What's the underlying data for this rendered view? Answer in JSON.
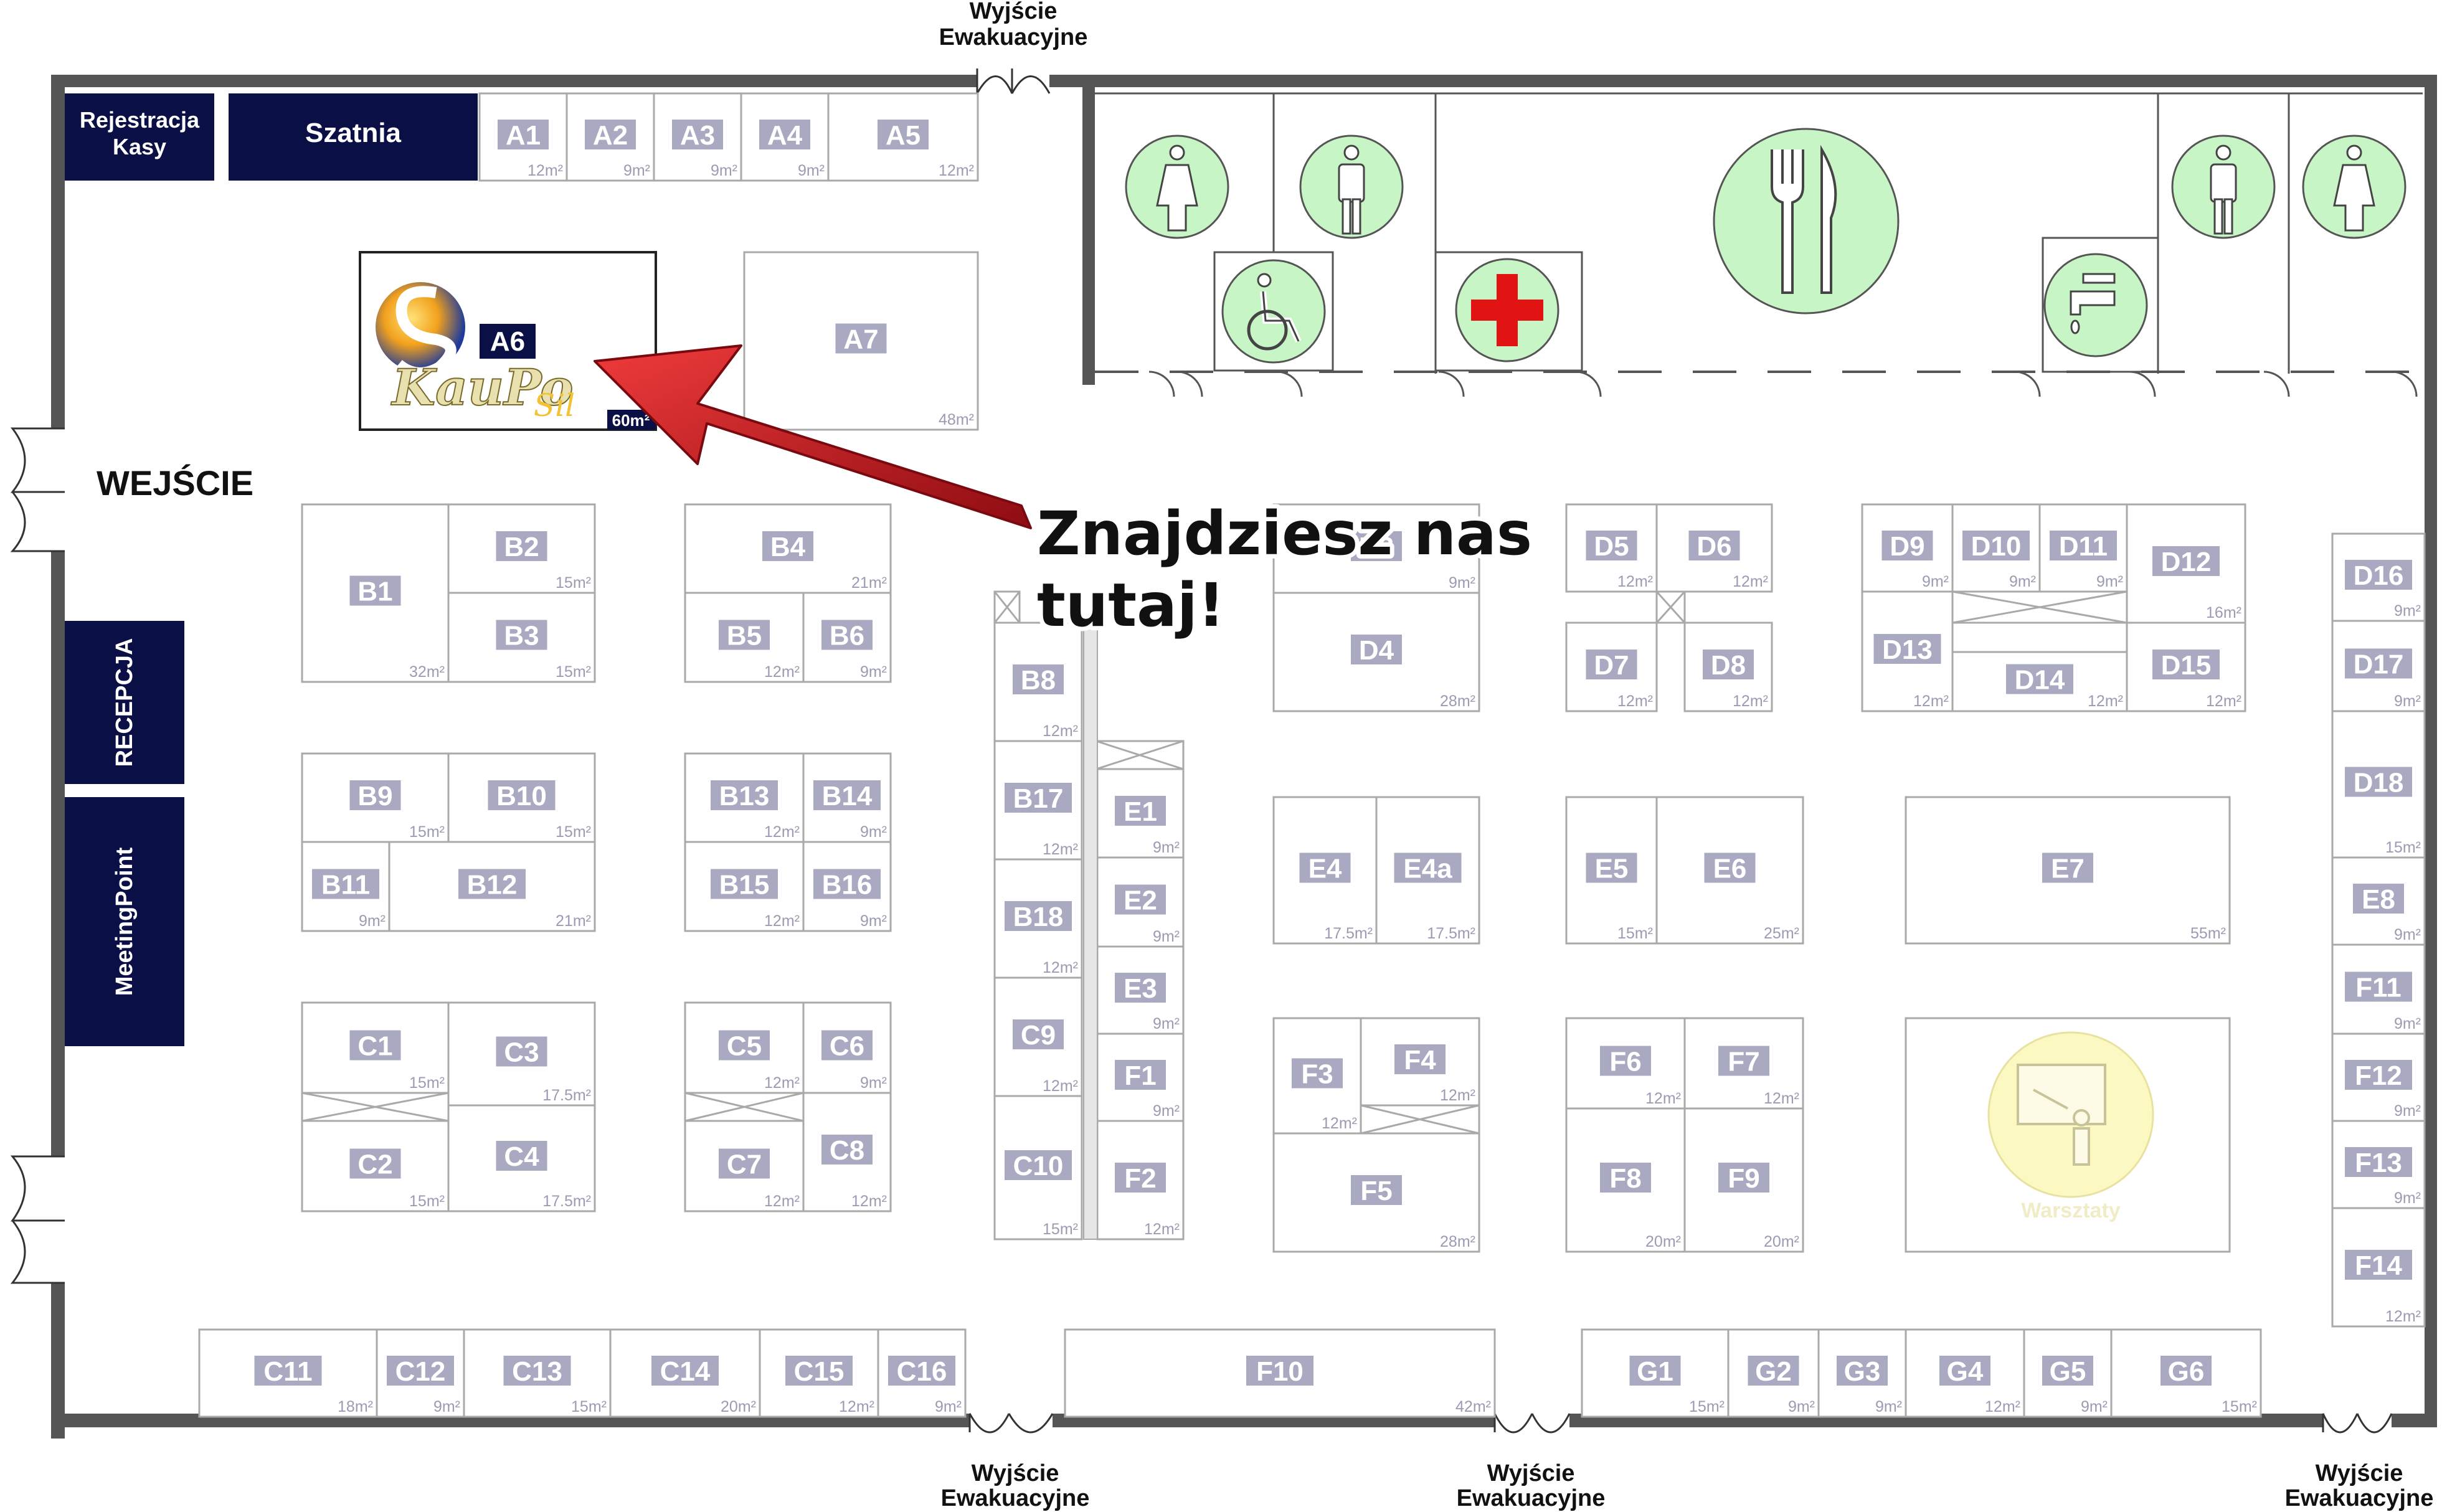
{
  "labels": {
    "entrance": "WEJŚCIE",
    "exit_line1": "Wyjście",
    "exit_line2": "Ewakuacyjne",
    "registration_line1": "Rejestracja",
    "registration_line2": "Kasy",
    "cloakroom": "Szatnia",
    "reception": "RECEPCJA",
    "meeting_point": "MeetingPoint",
    "callout_line1": "Znajdziesz nas",
    "callout_line2": "tutaj!",
    "workshop": "Warsztaty"
  },
  "highlight": {
    "code": "A6",
    "area": "60m²",
    "logo_text": "KauPo",
    "logo_sub": "Sil"
  },
  "icons": [
    "toilet-women-icon",
    "toilet-men-icon",
    "accessible-toilet-icon",
    "first-aid-icon",
    "restaurant-icon",
    "water-tap-icon",
    "presentation-icon"
  ],
  "colors": {
    "navy": "#0a1045",
    "booth_label": "#a9a9c1",
    "walls": "#555555",
    "facility_green": "#c8f5c5",
    "arrow_red": "#b8141c"
  },
  "booths": [
    {
      "code": "A1",
      "area": "12m²"
    },
    {
      "code": "A2",
      "area": "9m²"
    },
    {
      "code": "A3",
      "area": "9m²"
    },
    {
      "code": "A4",
      "area": "9m²"
    },
    {
      "code": "A5",
      "area": "12m²"
    },
    {
      "code": "A7",
      "area": "48m²"
    },
    {
      "code": "B1",
      "area": "32m²"
    },
    {
      "code": "B2",
      "area": "15m²"
    },
    {
      "code": "B3",
      "area": "15m²"
    },
    {
      "code": "B4",
      "area": "21m²"
    },
    {
      "code": "B5",
      "area": "12m²"
    },
    {
      "code": "B6",
      "area": "9m²"
    },
    {
      "code": "B8",
      "area": "12m²"
    },
    {
      "code": "B9",
      "area": "15m²"
    },
    {
      "code": "B10",
      "area": "15m²"
    },
    {
      "code": "B11",
      "area": "9m²"
    },
    {
      "code": "B12",
      "area": "21m²"
    },
    {
      "code": "B13",
      "area": "12m²"
    },
    {
      "code": "B14",
      "area": "9m²"
    },
    {
      "code": "B15",
      "area": "12m²"
    },
    {
      "code": "B16",
      "area": "9m²"
    },
    {
      "code": "B17",
      "area": "12m²"
    },
    {
      "code": "B18",
      "area": "12m²"
    },
    {
      "code": "C1",
      "area": "15m²"
    },
    {
      "code": "C2",
      "area": "15m²"
    },
    {
      "code": "C3",
      "area": "17.5m²"
    },
    {
      "code": "C4",
      "area": "17.5m²"
    },
    {
      "code": "C5",
      "area": "12m²"
    },
    {
      "code": "C6",
      "area": "9m²"
    },
    {
      "code": "C7",
      "area": "12m²"
    },
    {
      "code": "C8",
      "area": "12m²"
    },
    {
      "code": "C9",
      "area": "12m²"
    },
    {
      "code": "C10",
      "area": "15m²"
    },
    {
      "code": "C11",
      "area": "18m²"
    },
    {
      "code": "C12",
      "area": "9m²"
    },
    {
      "code": "C13",
      "area": "15m²"
    },
    {
      "code": "C14",
      "area": "20m²"
    },
    {
      "code": "C15",
      "area": "12m²"
    },
    {
      "code": "C16",
      "area": "9m²"
    },
    {
      "code": "D3",
      "area": "9m²"
    },
    {
      "code": "D4",
      "area": "28m²"
    },
    {
      "code": "D5",
      "area": "12m²"
    },
    {
      "code": "D6",
      "area": "12m²"
    },
    {
      "code": "D7",
      "area": "12m²"
    },
    {
      "code": "D8",
      "area": "12m²"
    },
    {
      "code": "D9",
      "area": "9m²"
    },
    {
      "code": "D10",
      "area": "9m²"
    },
    {
      "code": "D11",
      "area": "9m²"
    },
    {
      "code": "D12",
      "area": "16m²"
    },
    {
      "code": "D13",
      "area": "12m²"
    },
    {
      "code": "D14",
      "area": "12m²"
    },
    {
      "code": "D15",
      "area": "12m²"
    },
    {
      "code": "D16",
      "area": "9m²"
    },
    {
      "code": "D17",
      "area": "9m²"
    },
    {
      "code": "D18",
      "area": "15m²"
    },
    {
      "code": "E1",
      "area": "9m²"
    },
    {
      "code": "E2",
      "area": "9m²"
    },
    {
      "code": "E3",
      "area": "9m²"
    },
    {
      "code": "E4",
      "area": "17.5m²"
    },
    {
      "code": "E4a",
      "area": "17.5m²"
    },
    {
      "code": "E5",
      "area": "15m²"
    },
    {
      "code": "E6",
      "area": "25m²"
    },
    {
      "code": "E7",
      "area": "55m²"
    },
    {
      "code": "E8",
      "area": "9m²"
    },
    {
      "code": "F1",
      "area": "9m²"
    },
    {
      "code": "F2",
      "area": "12m²"
    },
    {
      "code": "F3",
      "area": "12m²"
    },
    {
      "code": "F4",
      "area": "12m²"
    },
    {
      "code": "F5",
      "area": "28m²"
    },
    {
      "code": "F6",
      "area": "12m²"
    },
    {
      "code": "F7",
      "area": "12m²"
    },
    {
      "code": "F8",
      "area": "20m²"
    },
    {
      "code": "F9",
      "area": "20m²"
    },
    {
      "code": "F10",
      "area": "42m²"
    },
    {
      "code": "F11",
      "area": "9m²"
    },
    {
      "code": "F12",
      "area": "9m²"
    },
    {
      "code": "F13",
      "area": "9m²"
    },
    {
      "code": "F14",
      "area": "12m²"
    },
    {
      "code": "G1",
      "area": "15m²"
    },
    {
      "code": "G2",
      "area": "9m²"
    },
    {
      "code": "G3",
      "area": "9m²"
    },
    {
      "code": "G4",
      "area": "12m²"
    },
    {
      "code": "G5",
      "area": "9m²"
    },
    {
      "code": "G6",
      "area": "15m²"
    }
  ]
}
